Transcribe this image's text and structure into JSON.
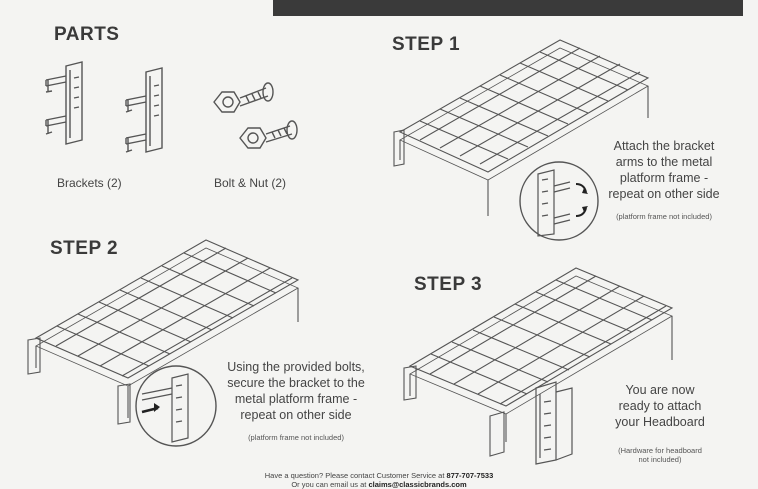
{
  "parts": {
    "heading": "PARTS",
    "brackets_label": "Brackets (2)",
    "bolt_label": "Bolt & Nut (2)"
  },
  "step1": {
    "heading": "STEP 1",
    "line1": "Attach the bracket",
    "line2": "arms to the metal",
    "line3": "platform frame -",
    "line4": "repeat on other side",
    "note": "(platform frame not included)"
  },
  "step2": {
    "heading": "STEP 2",
    "line1": "Using the provided bolts,",
    "line2": "secure the bracket to the",
    "line3": "metal platform frame -",
    "line4": "repeat on other side",
    "note": "(platform frame not included)"
  },
  "step3": {
    "heading": "STEP 3",
    "line1": "You are now",
    "line2": "ready to attach",
    "line3": "your Headboard",
    "note1": "(Hardware for headboard",
    "note2": "not included)"
  },
  "footer": {
    "question": "Have a question? Please contact Customer Service at",
    "phone": "877-707-7533",
    "email_prefix": "Or you can email us at",
    "email": "claims@classicbrands.com"
  },
  "colors": {
    "header_bar": "#3a3a3a",
    "line_art": "#555555"
  }
}
